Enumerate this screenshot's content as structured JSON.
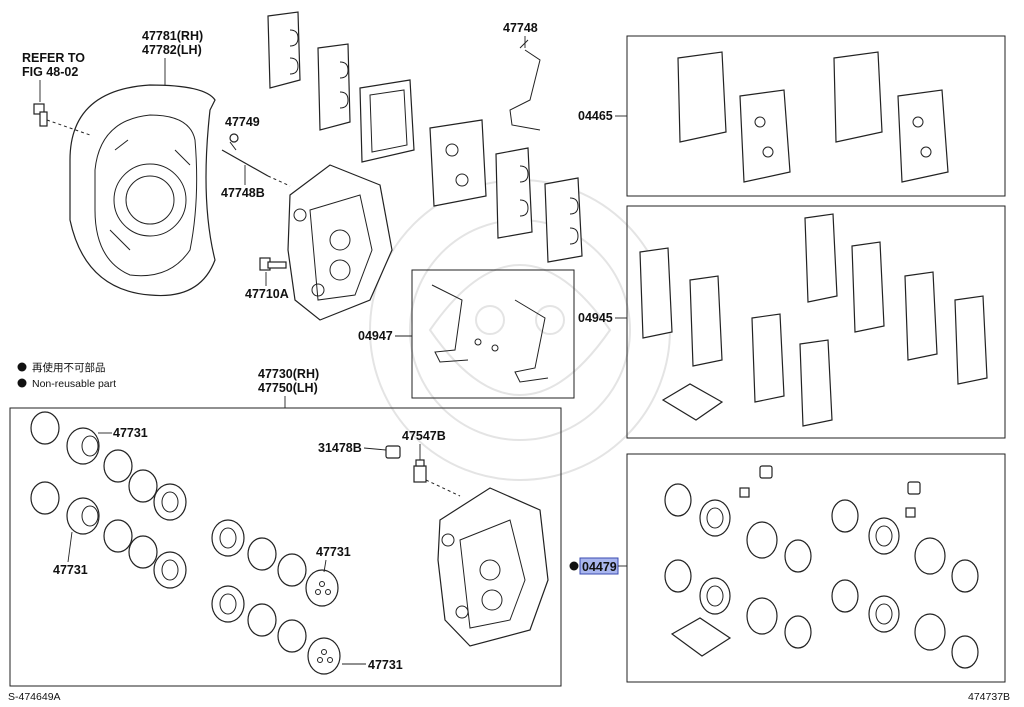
{
  "diagram_id": "S-474649A",
  "figure_number": "474737B",
  "legend": {
    "reuse_jp": "再使用不可部品",
    "reuse_en": "Non-reusable part"
  },
  "labels": {
    "refer_to": "REFER TO",
    "refer_fig": "FIG 48-02",
    "dust_cover": [
      "47781(RH)",
      "47782(LH)"
    ],
    "pin_a": "47749",
    "pin_b": "47748B",
    "bolt": "47710A",
    "spring_top": "47748",
    "kit_04947": "04947",
    "kit_04465": "04465",
    "kit_04945": "04945",
    "kit_04479": "04479",
    "cylinder_assy": [
      "47730(RH)",
      "47750(LH)"
    ],
    "piston": "47731",
    "bleeder": "47547B",
    "cap": "31478B"
  },
  "colors": {
    "highlight": "#a9b6ee",
    "line": "#222222",
    "watermark": "#e4e4e4"
  },
  "icons": {
    "bullet": "filled-circle"
  }
}
